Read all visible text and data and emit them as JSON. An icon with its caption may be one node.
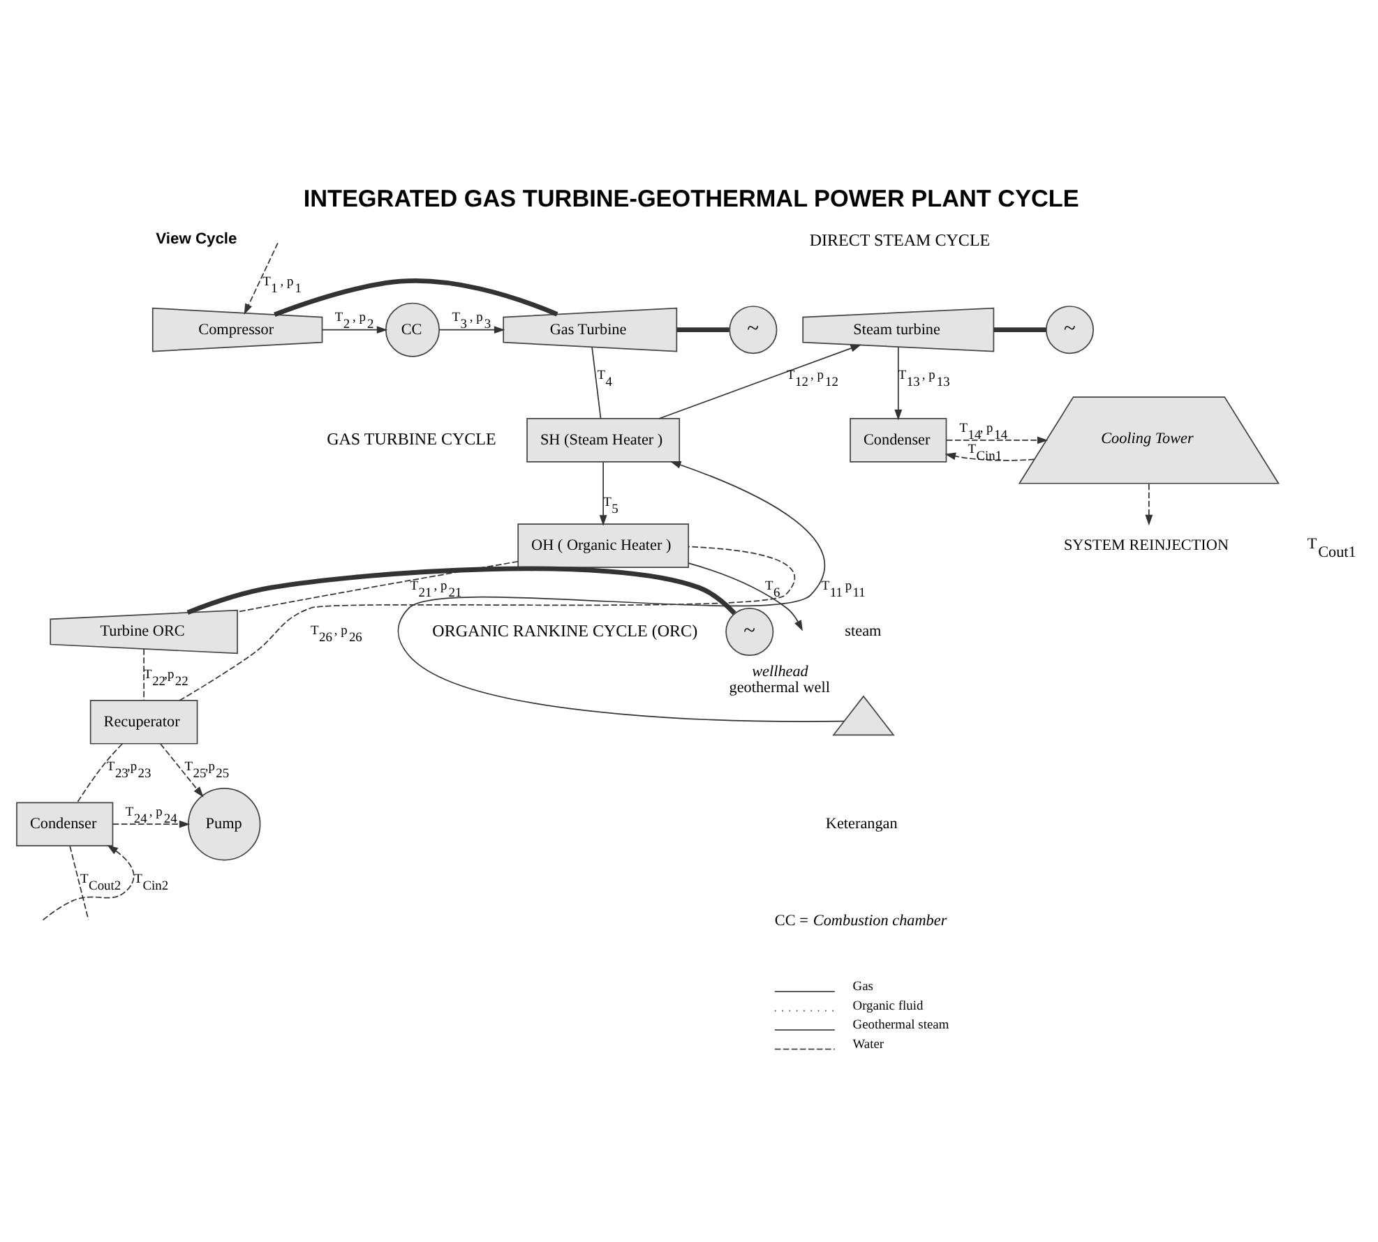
{
  "diagram": {
    "title": "INTEGRATED GAS TURBINE-GEOTHERMAL POWER PLANT CYCLE",
    "nodes": [
      {
        "text": [
          "Compressor"
        ]
      },
      {
        "text": [
          "CC"
        ]
      },
      {
        "text": [
          "Gas Turbine"
        ]
      },
      {
        "text": [
          "~"
        ]
      },
      {
        "text": [
          "SH (Steam Heater )"
        ]
      },
      {
        "text": [
          "Steam turbine"
        ]
      },
      {
        "text": [
          "~"
        ]
      },
      {
        "text": [
          "Cooling Tower"
        ]
      },
      {
        "text": [
          "Condenser"
        ]
      },
      {
        "text": [
          "SYSTEM REINJECTION"
        ]
      },
      {
        "text": [
          "OH ( Organic Heater )"
        ]
      },
      {
        "text": [
          "Turbine ORC"
        ]
      },
      {
        "text": [
          "~"
        ]
      },
      {
        "text": [
          "Recuperator"
        ]
      },
      {
        "text": [],
        "shape": "triangle",
        "beside": [
          "wellhead",
          "geothermal well"
        ]
      },
      {
        "text": [
          "Condenser"
        ]
      },
      {
        "text": [
          "Pump"
        ]
      }
    ],
    "edges": [
      {
        "from": 0,
        "to": 1,
        "arrow": "to",
        "label": "T$_{2}$ , p$_{2}$"
      },
      {
        "from": 1,
        "to": 2,
        "arrow": "to",
        "label": "T$_{3}$ , p$_{3}$"
      },
      {
        "from": 0,
        "to": 2,
        "arrow": "none",
        "style": "thick"
      },
      {
        "from": 2,
        "to": 3,
        "arrow": "none",
        "style": "thick"
      },
      {
        "from": null,
        "to": 0,
        "arrow": "to",
        "label": "T$_{1}$ , p$_{1}$",
        "style": "dashed"
      },
      {
        "from": 2,
        "to": 4,
        "arrow": "none",
        "label": "T$_{4}$"
      },
      {
        "from": 4,
        "to": 10,
        "arrow": "to",
        "label": "T$_{5}$"
      },
      {
        "from": 10,
        "to": null,
        "arrow": "to",
        "label": "T$_{6}$"
      },
      {
        "from": 14,
        "to": 4,
        "arrow": "to",
        "label": "T$_{11}$ p$_{11}$"
      },
      {
        "from": 4,
        "to": 5,
        "arrow": "to",
        "label": "T$_{12}$ , p$_{12}$"
      },
      {
        "from": 5,
        "to": 6,
        "arrow": "none",
        "style": "thick"
      },
      {
        "from": 5,
        "to": 8,
        "arrow": "to",
        "label": "T$_{13}$ , p$_{13}$"
      },
      {
        "from": 8,
        "to": 7,
        "arrow": "to",
        "label": "T$_{14}$, p$_{14}$",
        "style": "dashed"
      },
      {
        "from": 7,
        "to": 8,
        "arrow": "to",
        "label": "T$_{Cin1}$",
        "style": "dashed"
      },
      {
        "from": 7,
        "to": 9,
        "arrow": "to",
        "style": "dashed"
      },
      {
        "from": 10,
        "to": 11,
        "arrow": "none",
        "label": "T$_{21}$ , p$_{21}$",
        "style": "dashed"
      },
      {
        "from": 11,
        "to": 12,
        "arrow": "none",
        "style": "thick"
      },
      {
        "from": 11,
        "to": 13,
        "arrow": "none",
        "label": "T$_{22}$,p$_{22}$",
        "style": "dashed"
      },
      {
        "from": 13,
        "to": 15,
        "arrow": "none",
        "label": "T$_{23}$,p$_{23}$",
        "style": "dashed"
      },
      {
        "from": 15,
        "to": 16,
        "arrow": "to",
        "label": "T$_{24}$ , p$_{24}$",
        "style": "dashed"
      },
      {
        "from": 13,
        "to": 16,
        "arrow": "to",
        "label": "T$_{25}$,p$_{25}$",
        "style": "dashed"
      },
      {
        "from": 13,
        "to": 10,
        "arrow": "none",
        "label": "T$_{26}$ , p$_{26}$",
        "style": "dashed"
      },
      {
        "from": null,
        "to": 15,
        "arrow": "to",
        "label": "T$_{Cin2}$",
        "style": "dashed"
      },
      {
        "from": 15,
        "to": null,
        "arrow": "none",
        "label": "T$_{Cout2}$",
        "style": "dashed"
      }
    ],
    "labels": [
      "View Cycle",
      "GAS TURBINE CYCLE",
      "DIRECT STEAM CYCLE",
      "ORGANIC RANKINE CYCLE (ORC)",
      "T$_{Cout1}$",
      "steam",
      "Keterangan",
      "CC = *Combustion chamber*"
    ],
    "legend": [
      {
        "text": "Gas"
      },
      {
        "text": "Organic fluid"
      },
      {
        "text": "Geothermal steam"
      },
      {
        "text": "Water"
      }
    ]
  }
}
